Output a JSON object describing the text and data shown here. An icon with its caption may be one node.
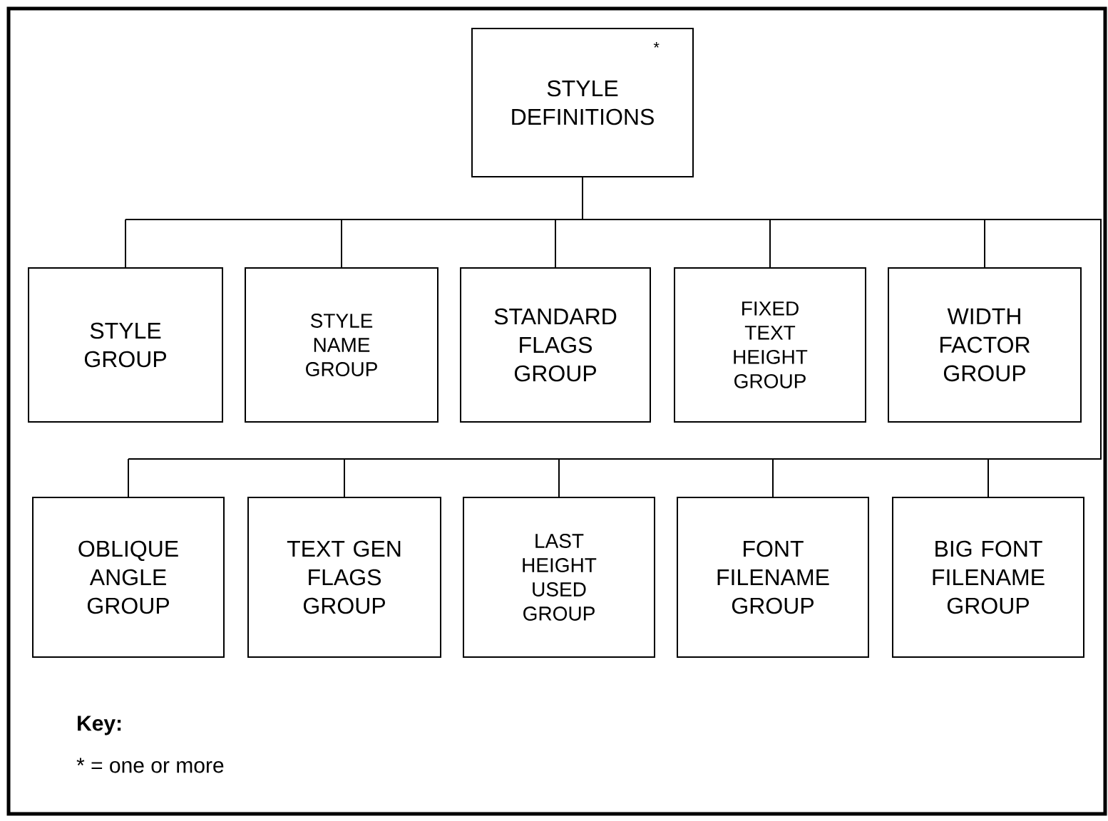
{
  "diagram": {
    "nodes": [
      {
        "text": [
          "*",
          "STYLE DEFINITIONS"
        ]
      },
      {
        "text": [
          "STYLE GROUP"
        ]
      },
      {
        "text": [
          "STYLE NAME GROUP"
        ]
      },
      {
        "text": [
          "STANDARD FLAGS GROUP"
        ]
      },
      {
        "text": [
          "FIXED TEXT HEIGHT GROUP"
        ]
      },
      {
        "text": [
          "WIDTH FACTOR GROUP"
        ]
      },
      {
        "text": [
          "OBLIQUE ANGLE GROUP"
        ]
      },
      {
        "text": [
          "TEXT GEN FLAGS GROUP"
        ]
      },
      {
        "text": [
          "LAST HEIGHT USED GROUP"
        ]
      },
      {
        "text": [
          "FONT FILENAME GROUP"
        ]
      },
      {
        "text": [
          "BIG FONT FILENAME GROUP"
        ]
      }
    ],
    "edges": [
      {
        "from": 0,
        "to": 1,
        "arrow": "none"
      },
      {
        "from": 0,
        "to": 2,
        "arrow": "none"
      },
      {
        "from": 0,
        "to": 3,
        "arrow": "none"
      },
      {
        "from": 0,
        "to": 4,
        "arrow": "none"
      },
      {
        "from": 0,
        "to": 5,
        "arrow": "none"
      },
      {
        "from": 0,
        "to": 6,
        "arrow": "none"
      },
      {
        "from": 0,
        "to": 7,
        "arrow": "none"
      },
      {
        "from": 0,
        "to": 8,
        "arrow": "none"
      },
      {
        "from": 0,
        "to": 9,
        "arrow": "none"
      },
      {
        "from": 0,
        "to": 10,
        "arrow": "none"
      }
    ],
    "labels": [
      "Key:",
      "* = one or more"
    ]
  }
}
